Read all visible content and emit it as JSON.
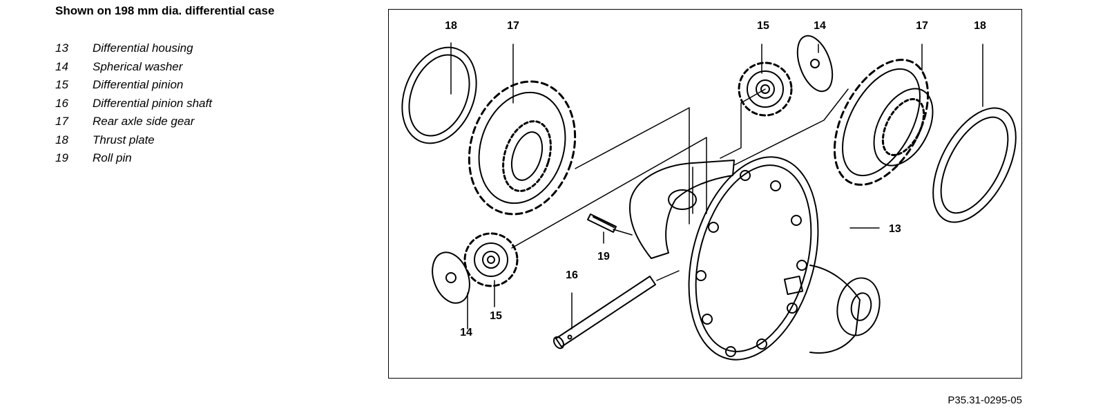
{
  "title": "Shown on 198 mm dia. differential case",
  "legend": [
    {
      "num": "13",
      "label": "Differential housing"
    },
    {
      "num": "14",
      "label": "Spherical washer"
    },
    {
      "num": "15",
      "label": "Differential pinion"
    },
    {
      "num": "16",
      "label": "Differential pinion shaft"
    },
    {
      "num": "17",
      "label": "Rear axle side gear"
    },
    {
      "num": "18",
      "label": "Thrust plate"
    },
    {
      "num": "19",
      "label": "Roll pin"
    }
  ],
  "callouts": {
    "thrust_plate_left": "18",
    "side_gear_left": "17",
    "pinion_top": "15",
    "washer_top": "14",
    "side_gear_right": "17",
    "thrust_plate_right": "18",
    "housing": "13",
    "roll_pin": "19",
    "pinion_shaft": "16",
    "pinion_bottom": "15",
    "washer_bottom": "14"
  },
  "figure_ref": "P35.31-0295-05"
}
